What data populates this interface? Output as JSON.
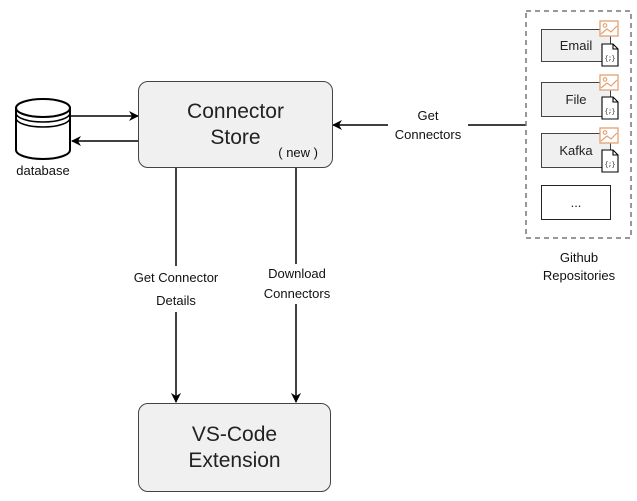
{
  "nodes": {
    "connector_store": {
      "line1": "Connector",
      "line2": "Store",
      "tag": "( new )"
    },
    "vscode_extension": {
      "line1": "VS-Code",
      "line2": "Extension"
    },
    "database": {
      "label": "database"
    },
    "github": {
      "line1": "Github",
      "line2": "Repositories"
    }
  },
  "repositories": [
    {
      "label": "Email"
    },
    {
      "label": "File"
    },
    {
      "label": "Kafka"
    },
    {
      "label": "..."
    }
  ],
  "edges": {
    "get_connectors": {
      "line1": "Get",
      "line2": "Connectors"
    },
    "get_connector_details": {
      "line1": "Get Connector",
      "line2": "Details"
    },
    "download_connectors": {
      "line1": "Download",
      "line2": "Connectors"
    }
  },
  "icons": {
    "repo_file": "json-file-icon",
    "repo_image": "image-icon",
    "database": "database-icon"
  },
  "colors": {
    "node_fill": "#f0f0f0",
    "stroke": "#444444",
    "image_icon": "#e2a06f"
  }
}
